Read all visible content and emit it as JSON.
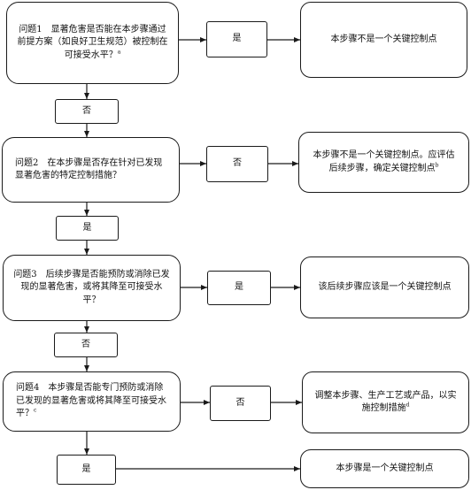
{
  "q1": {
    "text": "问题1　显著危害是否能在本步骤通过前提方案（如良好卫生规范）被控制在可接受水平？",
    "mark": "a"
  },
  "q1_yes": "是",
  "q1_no": "否",
  "q1_result": "本步骤不是一个关键控制点",
  "q2": {
    "text": "问题2　在本步骤是否存在针对已发现显著危害的特定控制措施？"
  },
  "q2_no": "否",
  "q2_yes": "是",
  "q2_result": {
    "text": "本步骤不是一个关键控制点。应评估后续步骤，确定关键控制点",
    "mark": "b"
  },
  "q3": {
    "text": "问题3　后续步骤是否能预防或消除已发现的显著危害，或将其降至可接受水平？"
  },
  "q3_yes": "是",
  "q3_no": "否",
  "q3_result": "该后续步骤应该是一个关键控制点",
  "q4": {
    "text": "问题4　本步骤是否能专门预防或消除已发现的显著危害或将其降至可接受水平？",
    "mark": "c"
  },
  "q4_no": "否",
  "q4_yes": "是",
  "q4_result_no": {
    "text": "调整本步骤、生产工艺或产品，以实施控制措施",
    "mark": "d"
  },
  "q4_result_yes": "本步骤是一个关键控制点"
}
